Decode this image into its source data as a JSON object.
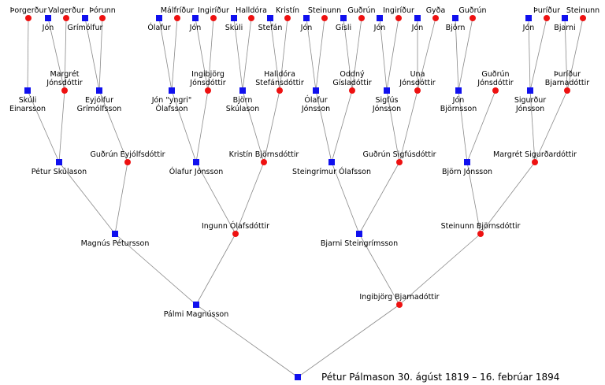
{
  "caption": "Pétur Pálmason 30. ágúst 1819 – 16. febrúar 1894",
  "colors": {
    "male": "#1010ee",
    "female": "#ee1111",
    "line": "#8a8a8a"
  },
  "people": [
    {
      "id": "root",
      "sex": "m",
      "label": [
        "Pétur Pálmason 30. ágúst 1819 – 16. febrúar 1894"
      ],
      "father": "g1_f",
      "mother": "g1_m"
    },
    {
      "id": "g1_f",
      "sex": "m",
      "label": [
        "Pálmi Magnússon"
      ],
      "father": "g2_a",
      "mother": "g2_b"
    },
    {
      "id": "g1_m",
      "sex": "f",
      "label": [
        "Ingibjörg Bjarnadóttir"
      ],
      "father": "g2_c",
      "mother": "g2_d"
    },
    {
      "id": "g2_a",
      "sex": "m",
      "label": [
        "Magnús Pétursson"
      ],
      "father": "g3_a",
      "mother": "g3_b"
    },
    {
      "id": "g2_b",
      "sex": "f",
      "label": [
        "Ingunn Ólafsdóttir"
      ],
      "father": "g3_c",
      "mother": "g3_d"
    },
    {
      "id": "g2_c",
      "sex": "m",
      "label": [
        "Bjarni Steingrímsson"
      ],
      "father": "g3_e",
      "mother": "g3_f"
    },
    {
      "id": "g2_d",
      "sex": "f",
      "label": [
        "Steinunn Björnsdóttir"
      ],
      "father": "g3_g",
      "mother": "g3_h"
    },
    {
      "id": "g3_a",
      "sex": "m",
      "label": [
        "Pétur Skúlason"
      ],
      "father": "g4_a",
      "mother": "g4_b"
    },
    {
      "id": "g3_b",
      "sex": "f",
      "label": [
        "Guðrún Eyjólfsdóttir"
      ],
      "father": "g4_c",
      "mother": null
    },
    {
      "id": "g3_c",
      "sex": "m",
      "label": [
        "Ólafur Jónsson"
      ],
      "father": "g4_d",
      "mother": "g4_e"
    },
    {
      "id": "g3_d",
      "sex": "f",
      "label": [
        "Kristín Björnsdóttir"
      ],
      "father": "g4_f",
      "mother": "g4_g"
    },
    {
      "id": "g3_e",
      "sex": "m",
      "label": [
        "Steingrímur Ólafsson"
      ],
      "father": "g4_h",
      "mother": "g4_i"
    },
    {
      "id": "g3_f",
      "sex": "f",
      "label": [
        "Guðrún Sigfúsdóttir"
      ],
      "father": "g4_j",
      "mother": "g4_k"
    },
    {
      "id": "g3_g",
      "sex": "m",
      "label": [
        "Björn Jónsson"
      ],
      "father": "g4_l",
      "mother": "g4_m"
    },
    {
      "id": "g3_h",
      "sex": "f",
      "label": [
        "Margrét Sigurðardóttir"
      ],
      "father": "g4_n",
      "mother": "g4_o"
    },
    {
      "id": "g4_a",
      "sex": "m",
      "label": [
        "Skúli",
        "Einarsson"
      ],
      "father": null,
      "mother": "g5_a"
    },
    {
      "id": "g4_b",
      "sex": "f",
      "label": [
        "Margrét",
        "Jónsdóttir"
      ],
      "father": "g5_b",
      "mother": "g5_c"
    },
    {
      "id": "g4_c",
      "sex": "m",
      "label": [
        "Eyjólfur",
        "Grímólfsson"
      ],
      "father": "g5_d",
      "mother": "g5_e"
    },
    {
      "id": "g4_d",
      "sex": "m",
      "label": [
        "Jón \"yngri\"",
        "Ólafsson"
      ],
      "father": "g5_f",
      "mother": "g5_g"
    },
    {
      "id": "g4_e",
      "sex": "f",
      "label": [
        "Ingibjörg",
        "Jónsdóttir"
      ],
      "father": "g5_h",
      "mother": "g5_i"
    },
    {
      "id": "g4_f",
      "sex": "m",
      "label": [
        "Björn",
        "Skúlason"
      ],
      "father": "g5_j",
      "mother": "g5_k"
    },
    {
      "id": "g4_g",
      "sex": "f",
      "label": [
        "Halldóra",
        "Stefánsdóttir"
      ],
      "father": "g5_l",
      "mother": "g5_m"
    },
    {
      "id": "g4_h",
      "sex": "m",
      "label": [
        "Ólafur",
        "Jónsson"
      ],
      "father": "g5_n",
      "mother": "g5_o"
    },
    {
      "id": "g4_i",
      "sex": "f",
      "label": [
        "Oddný",
        "Gísladóttir"
      ],
      "father": "g5_p",
      "mother": "g5_q"
    },
    {
      "id": "g4_j",
      "sex": "m",
      "label": [
        "Sigfús",
        "Jónsson"
      ],
      "father": "g5_r",
      "mother": "g5_s"
    },
    {
      "id": "g4_k",
      "sex": "f",
      "label": [
        "Una",
        "Jónsdóttir"
      ],
      "father": "g5_t",
      "mother": "g5_u"
    },
    {
      "id": "g4_l",
      "sex": "m",
      "label": [
        "Jón",
        "Björnsson"
      ],
      "father": "g5_v",
      "mother": "g5_w"
    },
    {
      "id": "g4_m",
      "sex": "f",
      "label": [
        "Guðrún",
        "Jónsdóttir"
      ],
      "father": null,
      "mother": null
    },
    {
      "id": "g4_n",
      "sex": "m",
      "label": [
        "Sigurður",
        "Jónsson"
      ],
      "father": "g5_x",
      "mother": "g5_y"
    },
    {
      "id": "g4_o",
      "sex": "f",
      "label": [
        "Þuríður",
        "Bjarnadóttir"
      ],
      "father": "g5_z",
      "mother": "g5_aa"
    },
    {
      "id": "g5_a",
      "sex": "f",
      "label": [
        "Þorgerður"
      ],
      "father": null,
      "mother": null
    },
    {
      "id": "g5_b",
      "sex": "m",
      "label": [
        "Jón"
      ],
      "father": null,
      "mother": null
    },
    {
      "id": "g5_c",
      "sex": "f",
      "label": [
        "Valgerður"
      ],
      "father": null,
      "mother": null
    },
    {
      "id": "g5_d",
      "sex": "m",
      "label": [
        "Grímólfur"
      ],
      "father": null,
      "mother": null
    },
    {
      "id": "g5_e",
      "sex": "f",
      "label": [
        "Þórunn"
      ],
      "father": null,
      "mother": null
    },
    {
      "id": "g5_f",
      "sex": "m",
      "label": [
        "Ólafur"
      ],
      "father": null,
      "mother": null
    },
    {
      "id": "g5_g",
      "sex": "f",
      "label": [
        "Málfríður"
      ],
      "father": null,
      "mother": null
    },
    {
      "id": "g5_h",
      "sex": "m",
      "label": [
        "Jón"
      ],
      "father": null,
      "mother": null
    },
    {
      "id": "g5_i",
      "sex": "f",
      "label": [
        "Ingiríður"
      ],
      "father": null,
      "mother": null
    },
    {
      "id": "g5_j",
      "sex": "m",
      "label": [
        "Skúli"
      ],
      "father": null,
      "mother": null
    },
    {
      "id": "g5_k",
      "sex": "f",
      "label": [
        "Halldóra"
      ],
      "father": null,
      "mother": null
    },
    {
      "id": "g5_l",
      "sex": "m",
      "label": [
        "Stefán"
      ],
      "father": null,
      "mother": null
    },
    {
      "id": "g5_m",
      "sex": "f",
      "label": [
        "Kristín"
      ],
      "father": null,
      "mother": null
    },
    {
      "id": "g5_n",
      "sex": "m",
      "label": [
        "Jón"
      ],
      "father": null,
      "mother": null
    },
    {
      "id": "g5_o",
      "sex": "f",
      "label": [
        "Steinunn"
      ],
      "father": null,
      "mother": null
    },
    {
      "id": "g5_p",
      "sex": "m",
      "label": [
        "Gísli"
      ],
      "father": null,
      "mother": null
    },
    {
      "id": "g5_q",
      "sex": "f",
      "label": [
        "Guðrún"
      ],
      "father": null,
      "mother": null
    },
    {
      "id": "g5_r",
      "sex": "m",
      "label": [
        "Jón"
      ],
      "father": null,
      "mother": null
    },
    {
      "id": "g5_s",
      "sex": "f",
      "label": [
        "Ingiríður"
      ],
      "father": null,
      "mother": null
    },
    {
      "id": "g5_t",
      "sex": "m",
      "label": [
        "Jón"
      ],
      "father": null,
      "mother": null
    },
    {
      "id": "g5_u",
      "sex": "f",
      "label": [
        "Gyða"
      ],
      "father": null,
      "mother": null
    },
    {
      "id": "g5_v",
      "sex": "m",
      "label": [
        "Björn"
      ],
      "father": null,
      "mother": null
    },
    {
      "id": "g5_w",
      "sex": "f",
      "label": [
        "Guðrún"
      ],
      "father": null,
      "mother": null
    },
    {
      "id": "g5_x",
      "sex": "m",
      "label": [
        "Jón"
      ],
      "father": null,
      "mother": null
    },
    {
      "id": "g5_y",
      "sex": "f",
      "label": [
        "Þuríður"
      ],
      "father": null,
      "mother": null
    },
    {
      "id": "g5_z",
      "sex": "m",
      "label": [
        "Bjarni"
      ],
      "father": null,
      "mother": null
    },
    {
      "id": "g5_aa",
      "sex": "f",
      "label": [
        "Steinunn"
      ],
      "father": null,
      "mother": null
    }
  ]
}
